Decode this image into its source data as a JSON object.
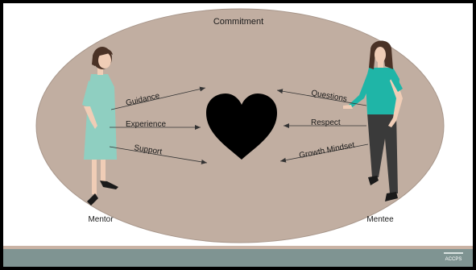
{
  "diagram": {
    "title": "Commitment",
    "mentor": {
      "label": "Mentor",
      "items": [
        "Guidance",
        "Experience",
        "Support"
      ]
    },
    "mentee": {
      "label": "Mentee",
      "items": [
        "Questions",
        "Respect",
        "Growth Mindset"
      ]
    },
    "center_icon": "heart-icon"
  },
  "footer": {
    "logo_text": "ACCPS"
  },
  "colors": {
    "background": "#ffffff",
    "ellipse": "#c1aea1",
    "ellipse_stroke": "#a8968a",
    "heart": "#000000",
    "footer_bar": "#7f9492",
    "footer_stripe": "#c9b2a4",
    "mentor_dress": "#8fcfc1",
    "mentee_top": "#1fb5a7",
    "mentee_pants": "#3a3a3a",
    "hair": "#4a3226",
    "skin": "#f0cdb6"
  }
}
